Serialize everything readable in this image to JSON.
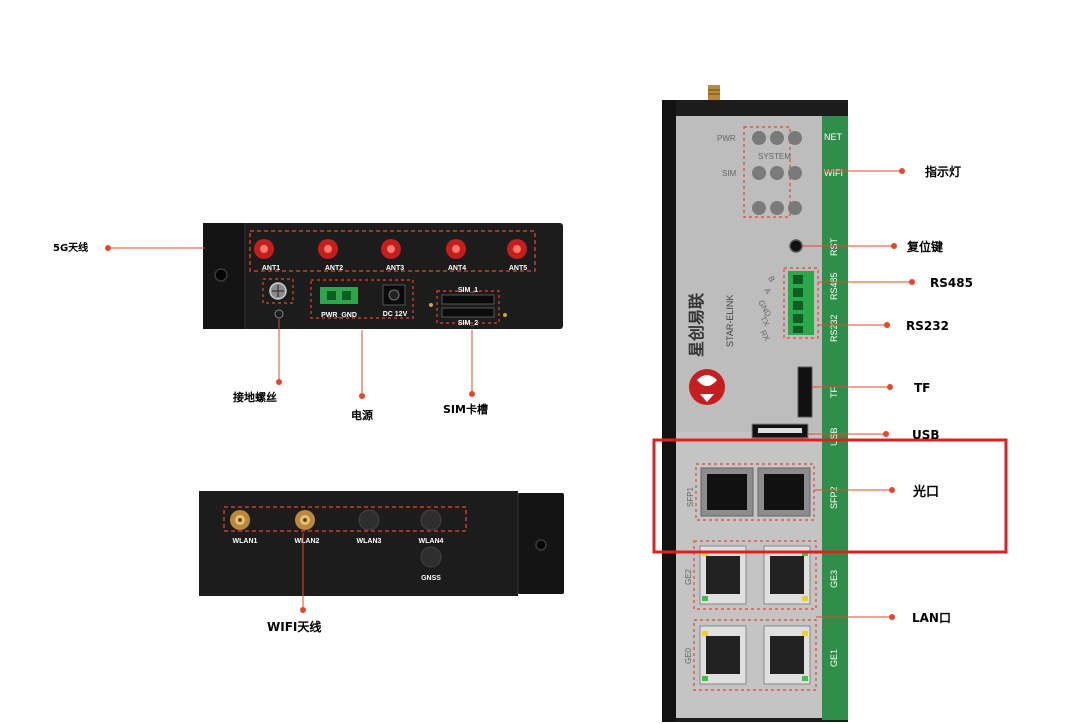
{
  "colors": {
    "accent_red": "#e8452a",
    "highlight_red": "#e02020",
    "panel_green": "#2f8f4a",
    "device_black": "#1c1c1c",
    "panel_grey": "#bdbdbd"
  },
  "callouts": {
    "antenna_5g": "5G天线",
    "ground_screw": "接地螺丝",
    "power": "电源",
    "sim_slot": "SIM卡槽",
    "wifi_antenna": "WIFI天线",
    "indicator": "指示灯",
    "reset": "复位键",
    "rs485": "RS485",
    "rs232": "RS232",
    "tf": "TF",
    "usb": "USB",
    "optical": "光口",
    "lan": "LAN口"
  },
  "top_view": {
    "antennas": [
      "ANT1",
      "ANT2",
      "ANT3",
      "ANT4",
      "ANT5"
    ],
    "power_label": "PWR_GND",
    "dc_label": "DC 12V",
    "sim1": "SIM_1",
    "sim2": "SIM_2"
  },
  "bottom_view": {
    "ports": [
      "WLAN1",
      "WLAN2",
      "WLAN3",
      "WLAN4"
    ],
    "gnss": "GNSS"
  },
  "front_panel": {
    "pwr": "PWR",
    "net": "NET",
    "system": "SYSTEM",
    "sim": "SIM",
    "wifi": "WIFI",
    "rst": "RST",
    "rs485": "RS485",
    "rs232": "RS232",
    "tf": "TF",
    "usb": "USB",
    "sfp1": "SFP1",
    "sfp2": "SFP2",
    "ge0": "GE0",
    "ge1": "GE1",
    "ge2": "GE2",
    "ge3": "GE3",
    "pin_b": "B",
    "pin_a": "A",
    "pin_gnd": "GND",
    "pin_tx": "TX",
    "pin_rx": "RX",
    "brand_cn": "星创易联",
    "brand_en": "STAR-ELINK"
  }
}
